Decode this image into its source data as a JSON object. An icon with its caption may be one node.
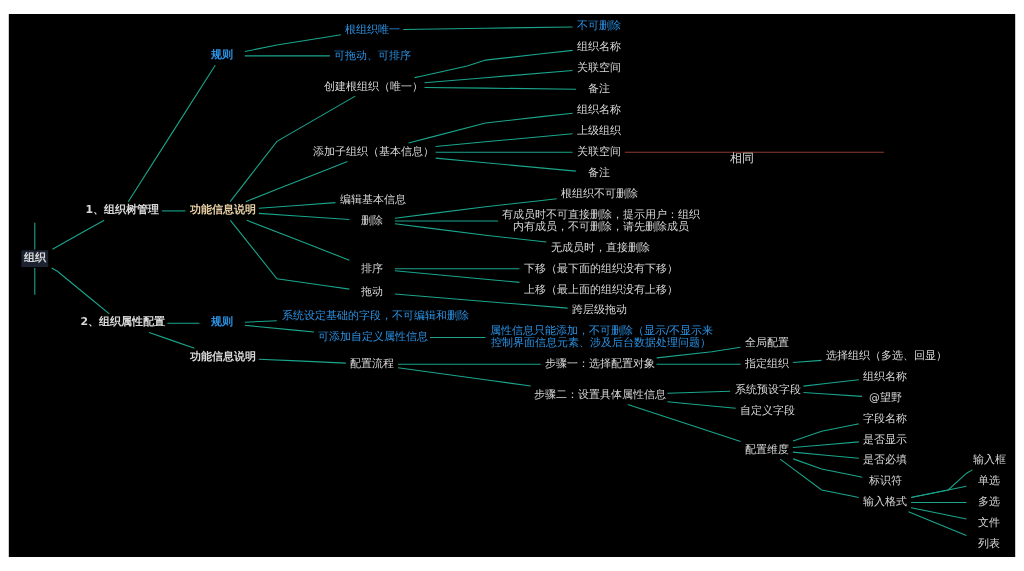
{
  "diagram": {
    "nodes": [
      {
        "text": [
          "组织"
        ]
      },
      {
        "text": [
          "1、组织树管理"
        ]
      },
      {
        "text": [
          "规则"
        ]
      },
      {
        "text": [
          "根组织唯一"
        ]
      },
      {
        "text": [
          "不可删除"
        ]
      },
      {
        "text": [
          "可拖动、可排序"
        ]
      },
      {
        "text": [
          "功能信息说明"
        ]
      },
      {
        "text": [
          "创建根组织（唯一）"
        ]
      },
      {
        "text": [
          "组织名称"
        ]
      },
      {
        "text": [
          "关联空间"
        ]
      },
      {
        "text": [
          "备注"
        ]
      },
      {
        "text": [
          "添加子组织（基本信息）"
        ]
      },
      {
        "text": [
          "组织名称"
        ]
      },
      {
        "text": [
          "上级组织"
        ]
      },
      {
        "text": [
          "关联空间"
        ]
      },
      {
        "text": [
          "备注"
        ]
      },
      {
        "text": [
          "编辑基本信息"
        ]
      },
      {
        "text": [
          "删除"
        ]
      },
      {
        "text": [
          "根组织不可删除"
        ]
      },
      {
        "text": [
          "有成员时不可直接删除，提示用户：组织内有成员，不可删除，请先删除成员"
        ]
      },
      {
        "text": [
          "无成员时，直接删除"
        ]
      },
      {
        "text": [
          "排序"
        ]
      },
      {
        "text": [
          "下移（最下面的组织没有下移）"
        ]
      },
      {
        "text": [
          "上移（最上面的组织没有上移）"
        ]
      },
      {
        "text": [
          "拖动"
        ]
      },
      {
        "text": [
          "跨层级拖动"
        ]
      },
      {
        "text": [
          "2、组织属性配置"
        ]
      },
      {
        "text": [
          "规则"
        ]
      },
      {
        "text": [
          "系统设定基础的字段，不可编辑和删除"
        ]
      },
      {
        "text": [
          "可添加自定义属性信息"
        ]
      },
      {
        "text": [
          "属性信息只能添加，不可删除（显示/不显示来控制界面信息元素、涉及后台数据处理问题）"
        ]
      },
      {
        "text": [
          "功能信息说明"
        ]
      },
      {
        "text": [
          "配置流程"
        ]
      },
      {
        "text": [
          "步骤一：选择配置对象"
        ]
      },
      {
        "text": [
          "全局配置"
        ]
      },
      {
        "text": [
          "指定组织"
        ]
      },
      {
        "text": [
          "选择组织（多选、回显）"
        ]
      },
      {
        "text": [
          "步骤二：设置具体属性信息"
        ]
      },
      {
        "text": [
          "系统预设字段"
        ]
      },
      {
        "text": [
          "组织名称"
        ]
      },
      {
        "text": [
          "@望野"
        ]
      },
      {
        "text": [
          "自定义字段"
        ]
      },
      {
        "text": [
          "配置维度"
        ]
      },
      {
        "text": [
          "字段名称"
        ]
      },
      {
        "text": [
          "是否显示"
        ]
      },
      {
        "text": [
          "是否必填"
        ]
      },
      {
        "text": [
          "标识符"
        ]
      },
      {
        "text": [
          "输入格式"
        ]
      },
      {
        "text": [
          "输入框"
        ]
      },
      {
        "text": [
          "单选"
        ]
      },
      {
        "text": [
          "多选"
        ]
      },
      {
        "text": [
          "文件"
        ]
      },
      {
        "text": [
          "列表"
        ]
      }
    ],
    "edges": [
      {
        "from": null,
        "to": 0,
        "arrow": "none"
      },
      {
        "from": 0,
        "to": 1,
        "arrow": "none"
      },
      {
        "from": 1,
        "to": 2,
        "arrow": "none"
      },
      {
        "from": 2,
        "to": 3,
        "arrow": "none"
      },
      {
        "from": 3,
        "to": 4,
        "arrow": "none"
      },
      {
        "from": 2,
        "to": 5,
        "arrow": "none"
      },
      {
        "from": 1,
        "to": 6,
        "arrow": "none"
      },
      {
        "from": 6,
        "to": 7,
        "arrow": "none"
      },
      {
        "from": 7,
        "to": 8,
        "arrow": "none"
      },
      {
        "from": 7,
        "to": 9,
        "arrow": "none"
      },
      {
        "from": 7,
        "to": 10,
        "arrow": "none"
      },
      {
        "from": 6,
        "to": 11,
        "arrow": "none"
      },
      {
        "from": 11,
        "to": 12,
        "arrow": "none"
      },
      {
        "from": 11,
        "to": 13,
        "arrow": "none"
      },
      {
        "from": 11,
        "to": 14,
        "arrow": "none"
      },
      {
        "from": 11,
        "to": 15,
        "arrow": "none"
      },
      {
        "from": 6,
        "to": 16,
        "arrow": "none"
      },
      {
        "from": 6,
        "to": 17,
        "arrow": "none"
      },
      {
        "from": 17,
        "to": 18,
        "arrow": "none"
      },
      {
        "from": 17,
        "to": 19,
        "arrow": "none"
      },
      {
        "from": 17,
        "to": 20,
        "arrow": "none"
      },
      {
        "from": 6,
        "to": 21,
        "arrow": "none"
      },
      {
        "from": 21,
        "to": 22,
        "arrow": "none"
      },
      {
        "from": 21,
        "to": 23,
        "arrow": "none"
      },
      {
        "from": 6,
        "to": 24,
        "arrow": "none"
      },
      {
        "from": 24,
        "to": 25,
        "arrow": "none"
      },
      {
        "from": 0,
        "to": 26,
        "arrow": "none"
      },
      {
        "from": 26,
        "to": 27,
        "arrow": "none"
      },
      {
        "from": 27,
        "to": 28,
        "arrow": "none"
      },
      {
        "from": 27,
        "to": 29,
        "arrow": "none"
      },
      {
        "from": 29,
        "to": 30,
        "arrow": "none"
      },
      {
        "from": 26,
        "to": 31,
        "arrow": "none"
      },
      {
        "from": 31,
        "to": 32,
        "arrow": "none"
      },
      {
        "from": 32,
        "to": 33,
        "arrow": "none"
      },
      {
        "from": 33,
        "to": 34,
        "arrow": "none"
      },
      {
        "from": 33,
        "to": 35,
        "arrow": "none"
      },
      {
        "from": 35,
        "to": 36,
        "arrow": "none"
      },
      {
        "from": 32,
        "to": 37,
        "arrow": "none"
      },
      {
        "from": 37,
        "to": 38,
        "arrow": "none"
      },
      {
        "from": 38,
        "to": 39,
        "arrow": "none"
      },
      {
        "from": 38,
        "to": 40,
        "arrow": "none"
      },
      {
        "from": 37,
        "to": 41,
        "arrow": "none"
      },
      {
        "from": 37,
        "to": 42,
        "arrow": "none"
      },
      {
        "from": 42,
        "to": 43,
        "arrow": "none"
      },
      {
        "from": 42,
        "to": 44,
        "arrow": "none"
      },
      {
        "from": 42,
        "to": 45,
        "arrow": "none"
      },
      {
        "from": 42,
        "to": 46,
        "arrow": "none"
      },
      {
        "from": 42,
        "to": 47,
        "arrow": "none"
      },
      {
        "from": 47,
        "to": 48,
        "arrow": "none"
      },
      {
        "from": 47,
        "to": 49,
        "arrow": "none"
      },
      {
        "from": 47,
        "to": 50,
        "arrow": "none"
      },
      {
        "from": 47,
        "to": 51,
        "arrow": "none"
      },
      {
        "from": 47,
        "to": 52,
        "arrow": "none"
      },
      {
        "from": 0,
        "to": null,
        "arrow": "none"
      },
      {
        "from": 14,
        "to": null,
        "arrow": "none",
        "label": "相同",
        "color": "#8a3a2c"
      }
    ]
  }
}
